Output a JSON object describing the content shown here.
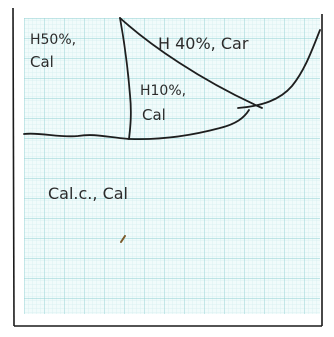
{
  "diagram": {
    "regions": [
      {
        "id": "top-left",
        "line1": "H50%,",
        "line2": "Cal"
      },
      {
        "id": "top-right",
        "line1": "H 40%, Car"
      },
      {
        "id": "middle",
        "line1": "H10%,",
        "line2": "Cal"
      },
      {
        "id": "bottom",
        "line1": "Cal.c., Cal"
      }
    ]
  },
  "colors": {
    "paper": "#f1fbfb",
    "grid_minor": "#bfe4e6",
    "grid_major": "#86c8cc",
    "ink": "#1e1e1e",
    "frame": "#1a1a1a"
  }
}
